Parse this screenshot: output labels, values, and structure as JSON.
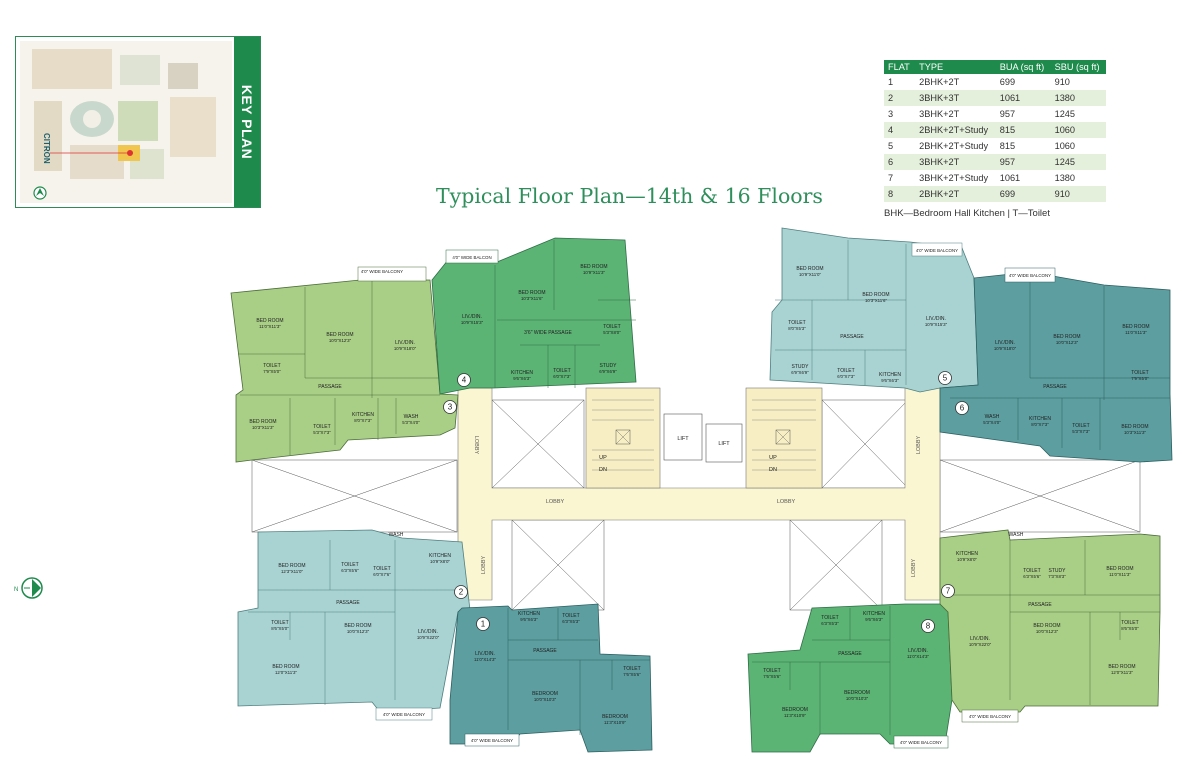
{
  "title": "Typical Floor Plan—14th & 16 Floors",
  "key_plan": {
    "label": "KEY PLAN",
    "citron_label": "CITRON"
  },
  "flat_table": {
    "headers": [
      "FLAT",
      "TYPE",
      "BUA (sq ft)",
      "SBU (sq ft)"
    ],
    "rows": [
      [
        "1",
        "2BHK+2T",
        "699",
        "910"
      ],
      [
        "2",
        "3BHK+3T",
        "1061",
        "1380"
      ],
      [
        "3",
        "3BHK+2T",
        "957",
        "1245"
      ],
      [
        "4",
        "2BHK+2T+Study",
        "815",
        "1060"
      ],
      [
        "5",
        "2BHK+2T+Study",
        "815",
        "1060"
      ],
      [
        "6",
        "3BHK+2T",
        "957",
        "1245"
      ],
      [
        "7",
        "3BHK+2T+Study",
        "1061",
        "1380"
      ],
      [
        "8",
        "2BHK+2T",
        "699",
        "910"
      ]
    ]
  },
  "legend_note": "BHK—Bedroom Hall Kitchen | T—Toilet",
  "colors": {
    "brand_green": "#1e8a4c",
    "flat_1": "#5d9ea0",
    "flat_2": "#a9d3d2",
    "flat_3": "#a9cf86",
    "flat_4": "#5bb374",
    "flat_5": "#a9d3d2",
    "flat_6": "#5d9ea0",
    "flat_7": "#a9cf86",
    "flat_8": "#5bb374",
    "lobby": "#fbf6d2"
  },
  "plan": {
    "lobby_label": "LOBBY",
    "lift_label": "LIFT",
    "up_label": "UP",
    "dn_label": "DN",
    "balcony_label_wide": "4'0\" WIDE BALCONY",
    "balcony_label_wide_alt": "4'0\" WIDE BALCON",
    "passage_label": "PASSAGE",
    "passage_wide_label": "3'6\" WIDE PASSAGE",
    "balcony_label_short": "4'0\" WIDE BALCONY",
    "flat_numbers": [
      "1",
      "2",
      "3",
      "4",
      "5",
      "6",
      "7",
      "8"
    ],
    "flat3_rooms": {
      "bed1": "BED ROOM",
      "bed1_dim": "11'0\"X11'3\"",
      "bed2": "BED ROOM",
      "bed2_dim": "10'0\"X12'3\"",
      "liv": "LIV./DIN.",
      "liv_dim": "10'9\"X18'0\"",
      "bed3": "BED ROOM",
      "bed3_dim": "10'3\"X11'3\"",
      "toilet1": "TOILET",
      "toilet1_dim": "7'9\"X5'0\"",
      "toilet2": "TOILET",
      "toilet2_dim": "5'3\"X7'3\"",
      "kitchen": "KITCHEN",
      "kitchen_dim": "8'0\"X7'3\"",
      "wash": "WASH",
      "wash_dim": "5'3\"X4'0\""
    },
    "flat4_rooms": {
      "liv": "LIV./DIN.",
      "liv_dim": "10'9\"X15'3\"",
      "bed1": "BED ROOM",
      "bed1_dim": "10'3\"X11'6\"",
      "bed2": "BED ROOM",
      "bed2_dim": "10'9\"X11'3\"",
      "toilet1": "TOILET",
      "toilet1_dim": "5'3\"X8'0\"",
      "kitchen": "KITCHEN",
      "kitchen_dim": "9'6\"X6'3\"",
      "toilet2": "TOILET",
      "toilet2_dim": "6'0\"X7'3\"",
      "study": "STUDY",
      "study_dim": "6'9\"X6'9\""
    },
    "flat5_rooms": {
      "bed1": "BED ROOM",
      "bed1_dim": "10'9\"X11'0\"",
      "bed2": "BED ROOM",
      "bed2_dim": "10'3\"X11'6\"",
      "liv": "LIV./DIN.",
      "liv_dim": "10'9\"X15'3\"",
      "toilet1": "TOILET",
      "toilet1_dim": "8'0\"X5'3\"",
      "study": "STUDY",
      "study_dim": "6'9\"X6'9\"",
      "toilet2": "TOILET",
      "toilet2_dim": "6'0\"X7'3\"",
      "kitchen": "KITCHEN",
      "kitchen_dim": "9'6\"X6'3\""
    },
    "flat6_rooms": {
      "liv": "LIV./DIN.",
      "liv_dim": "10'9\"X18'0\"",
      "bed1": "BED ROOM",
      "bed1_dim": "10'0\"X12'3\"",
      "bed2": "BED ROOM",
      "bed2_dim": "11'0\"X11'3\"",
      "toilet1": "TOILET",
      "toilet1_dim": "7'9\"X5'0\"",
      "wash": "WASH",
      "wash_dim": "5'3\"X4'0\"",
      "kitchen": "KITCHEN",
      "kitchen_dim": "8'0\"X7'3\"",
      "toilet2": "TOILET",
      "toilet2_dim": "5'3\"X7'3\"",
      "bed3": "BED ROOM",
      "bed3_dim": "10'3\"X11'3\""
    },
    "flat2_rooms": {
      "bed1": "BED ROOM",
      "bed1_dim": "12'3\"X11'0\"",
      "toilet1": "TOILET",
      "toilet1_dim": "6'3\"X5'6\"",
      "toilet2": "TOILET",
      "toilet2_dim": "6'0\"X7'6\"",
      "kitchen": "KITCHEN",
      "kitchen_dim": "10'9\"X8'0\"",
      "wash": "WASH",
      "toilet3": "TOILET",
      "toilet3_dim": "8'6\"X5'0\"",
      "bed2": "BED ROOM",
      "bed2_dim": "12'0\"X11'3\"",
      "bed3": "BED ROOM",
      "bed3_dim": "10'0\"X12'3\"",
      "liv": "LIV./DIN.",
      "liv_dim": "10'9\"X22'0\""
    },
    "flat1_rooms": {
      "kitchen": "KITCHEN",
      "kitchen_dim": "9'6\"X6'3\"",
      "toilet1": "TOILET",
      "toilet1_dim": "6'3\"X5'3\"",
      "liv": "LIV./DIN.",
      "liv_dim": "11'0\"X14'3\"",
      "toilet2": "TOILET",
      "toilet2_dim": "7'6\"X5'6\"",
      "bed1": "BEDROOM",
      "bed1_dim": "10'0\"X10'3\"",
      "bed2": "BEDROOM",
      "bed2_dim": "11'3\"X10'9\""
    },
    "flat8_rooms": {
      "toilet1": "TOILET",
      "toilet1_dim": "6'3\"X5'3\"",
      "kitchen": "KITCHEN",
      "kitchen_dim": "9'6\"X6'3\"",
      "toilet2": "TOILET",
      "toilet2_dim": "7'6\"X5'6\"",
      "bed1": "BEDROOM",
      "bed1_dim": "11'3\"X10'9\"",
      "bed2": "BEDROOM",
      "bed2_dim": "10'0\"X10'3\"",
      "liv": "LIV./DIN.",
      "liv_dim": "11'0\"X14'3\""
    },
    "flat7_rooms": {
      "kitchen": "KITCHEN",
      "kitchen_dim": "10'9\"X8'0\"",
      "wash": "WASH",
      "toilet1": "TOILET",
      "toilet1_dim": "6'3\"X5'6\"",
      "study": "STUDY",
      "study_dim": "7'3\"X8'3\"",
      "bed1": "BED ROOM",
      "bed1_dim": "11'0\"X11'3\"",
      "liv": "LIV./DIN.",
      "liv_dim": "10'9\"X22'0\"",
      "bed2": "BED ROOM",
      "bed2_dim": "10'0\"X12'3\"",
      "toilet2": "TOILET",
      "toilet2_dim": "8'6\"X5'0\"",
      "bed3": "BED ROOM",
      "bed3_dim": "12'0\"X11'3\""
    }
  }
}
